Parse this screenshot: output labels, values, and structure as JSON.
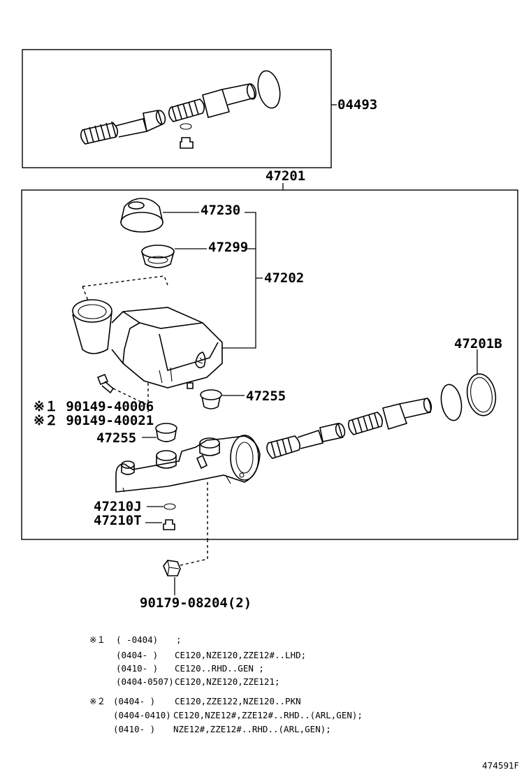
{
  "labels": {
    "kit": "04493",
    "assy": "47201",
    "cap": "47230",
    "strainer": "47299",
    "reservoir": "47202",
    "gasket": "47201B",
    "grommet_right": "47255",
    "screw_1": "※１ 90149-40006",
    "screw_2": "※２ 90149-40021",
    "grommet_left": "47255",
    "washer": "47210J",
    "plug": "47210T",
    "nut": "90179-08204(2)"
  },
  "notes": [
    {
      "mark": "※１",
      "range": "(     -0404)",
      "desc": ";"
    },
    {
      "mark": "",
      "range": "(0404-     )",
      "desc": "CE120,NZE120,ZZE12#..LHD;"
    },
    {
      "mark": "",
      "range": "(0410-     )",
      "desc": "CE120..RHD..GEN ;"
    },
    {
      "mark": "",
      "range": "(0404-0507)",
      "desc": "CE120,NZE120,ZZE121;"
    },
    {
      "mark": "※２",
      "range": "(0404-     )",
      "desc": "CE120,ZZE122,NZE120..PKN"
    },
    {
      "mark": "",
      "range": "(0404-0410)",
      "desc": "CE120,NZE12#,ZZE12#..RHD..(ARL,GEN);"
    },
    {
      "mark": "",
      "range": "(0410-     )",
      "desc": "NZE12#,ZZE12#..RHD..(ARL,GEN);"
    }
  ],
  "diagram_code": "474591F"
}
